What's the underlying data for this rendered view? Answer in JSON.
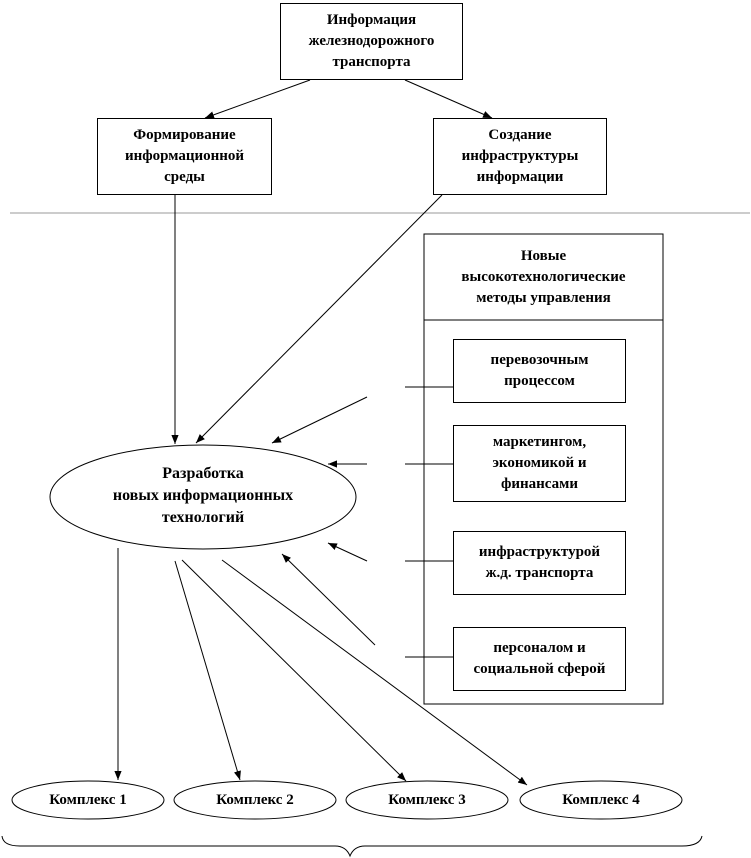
{
  "top": {
    "label": "Информация\nжелезнодорожного\nтранспорта"
  },
  "left_branch": {
    "label": "Формирование\nинформационной\nсреды"
  },
  "right_branch": {
    "label": "Создание\nинфраструктуры\nинформации"
  },
  "methods": {
    "title": "Новые\nвысокотехнологические\nметоды управления",
    "items": [
      {
        "label": "перевозочным\nпроцессом"
      },
      {
        "label": "маркетингом,\nэкономикой и\nфинансами"
      },
      {
        "label": "инфраструктурой\nж.д. транспорта"
      },
      {
        "label": "персоналом и\nсоциальной сферой"
      }
    ]
  },
  "center": {
    "label": "Разработка\nновых  информационных\nтехнологий"
  },
  "complexes": [
    {
      "label": "Комплекс 1"
    },
    {
      "label": "Комплекс 2"
    },
    {
      "label": "Комплекс 3"
    },
    {
      "label": "Комплекс 4"
    }
  ]
}
